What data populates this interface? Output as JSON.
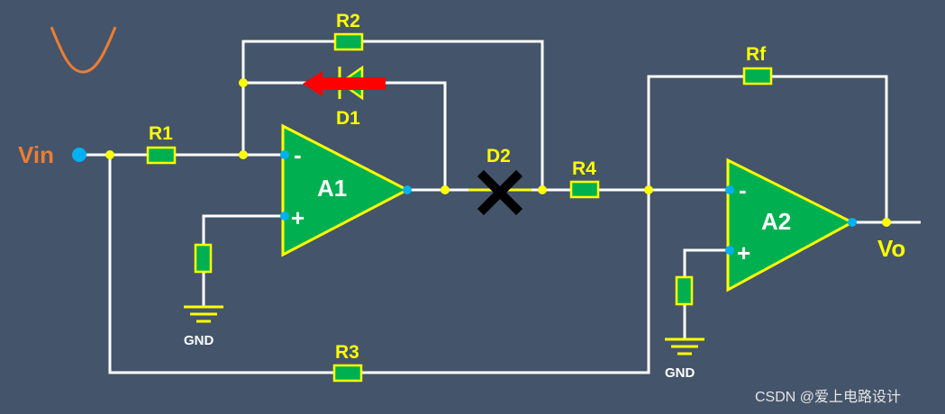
{
  "labels": {
    "r1": "R1",
    "r2": "R2",
    "r3": "R3",
    "r4": "R4",
    "rf": "Rf",
    "d1": "D1",
    "d2": "D2",
    "a1": "A1",
    "a2": "A2",
    "vin": "Vin",
    "vo": "Vo",
    "gnd1": "GND",
    "gnd2": "GND",
    "minus_a1": "-",
    "plus_a1": "+",
    "minus_a2": "-",
    "plus_a2": "+"
  },
  "watermark": "CSDN @爱上电路设计",
  "colors": {
    "background": "#44546a",
    "wire": "#ffffff",
    "resistor_fill": "#00b050",
    "resistor_stroke": "#ffff00",
    "opamp_fill": "#00b050",
    "opamp_stroke": "#ffff00",
    "node_dot": "#ffff00",
    "pin_dot": "#00b0f0",
    "arrow": "#ff0000",
    "cross": "#000000",
    "waveform": "#ed7d31",
    "vin_label": "#ed7d31"
  },
  "icons": {
    "waveform": "half-wave-rectified-waveform-icon",
    "cross": "open-circuit-cross-icon",
    "arrow": "current-direction-arrow-icon"
  }
}
